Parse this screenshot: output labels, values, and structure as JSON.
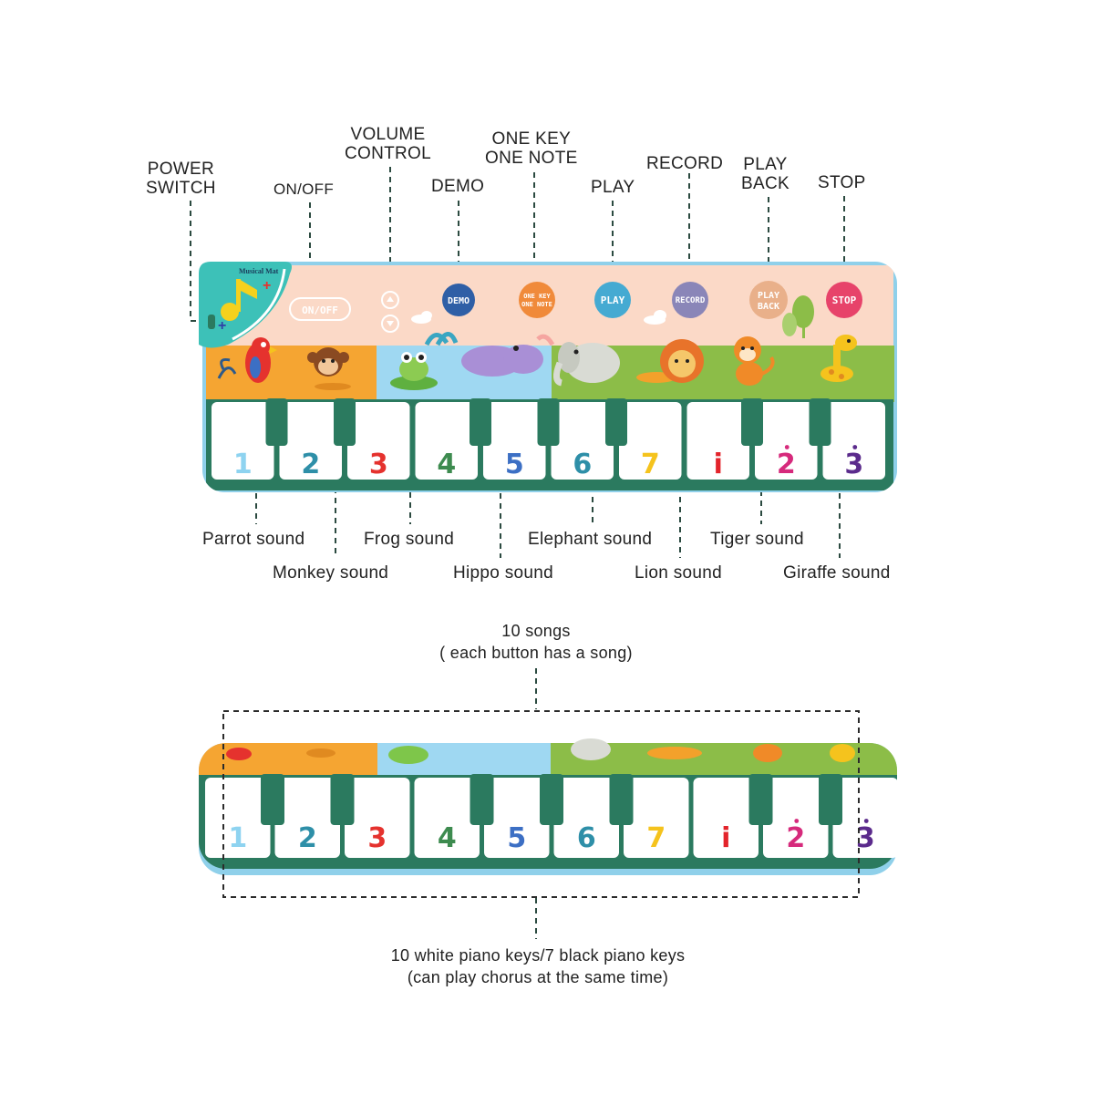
{
  "top_labels": {
    "power_switch": [
      "POWER",
      "SWITCH"
    ],
    "on_off": "ON/OFF",
    "volume_control": [
      "VOLUME",
      "CONTROL"
    ],
    "demo": "DEMO",
    "one_key_one_note": [
      "ONE KEY",
      "ONE NOTE"
    ],
    "play": "PLAY",
    "record": "RECORD",
    "play_back": [
      "PLAY",
      "BACK"
    ],
    "stop": "STOP"
  },
  "mat_buttons": {
    "on_off": "ON/OFF",
    "demo": "DEMO",
    "one_key_one_note": [
      "ONE KEY",
      "ONE NOTE"
    ],
    "play": "PLAY",
    "record": "RECORD",
    "play_back": [
      "PLAY",
      "BACK"
    ],
    "stop": "STOP"
  },
  "brand_badge": "Musical Mat",
  "sound_labels": {
    "parrot": "Parrot sound",
    "monkey": "Monkey sound",
    "frog": "Frog sound",
    "hippo": "Hippo sound",
    "elephant": "Elephant sound",
    "lion": "Lion sound",
    "tiger": "Tiger sound",
    "giraffe": "Giraffe sound"
  },
  "keys": [
    {
      "note": "1",
      "color": "#8ed3f0"
    },
    {
      "note": "2",
      "color": "#2e8fa8"
    },
    {
      "note": "3",
      "color": "#e5322e"
    },
    {
      "note": "4",
      "color": "#3d8b4f"
    },
    {
      "note": "5",
      "color": "#3c6fc4"
    },
    {
      "note": "6",
      "color": "#2e8fa8"
    },
    {
      "note": "7",
      "color": "#f5c31d"
    },
    {
      "note": "i",
      "color": "#e3242b"
    },
    {
      "note": "2",
      "color": "#d62a7c"
    },
    {
      "note": "3",
      "color": "#5b2b8c"
    }
  ],
  "songs_label": [
    "10 songs",
    "( each button has a song)"
  ],
  "keys_label": [
    "10 white piano keys/7 black piano keys",
    "(can play chorus at the same time)"
  ],
  "colors": {
    "mat_border": "#8fd0ea",
    "mat_green": "#2b7a5f",
    "top_panel": "#fbd9c7",
    "orange_zone": "#f5a532",
    "blue_zone": "#9fd8f2",
    "green_zone": "#8cbd48",
    "demo_btn": "#2f5fa6",
    "onekey_btn": "#f08a3a",
    "play_btn": "#45aad2",
    "record_btn": "#8a86b8",
    "playback_btn": "#e9b08a",
    "stop_btn": "#e7436a"
  }
}
